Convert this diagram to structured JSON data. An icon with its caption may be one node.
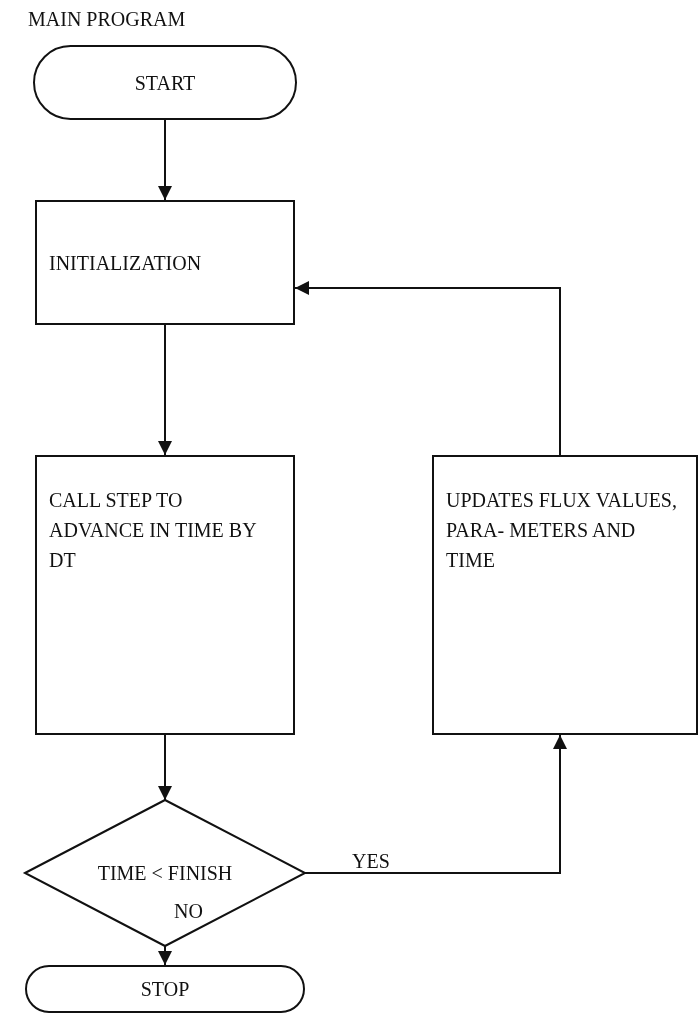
{
  "diagram": {
    "title": "MAIN PROGRAM",
    "nodes": [
      {
        "text": [
          "START"
        ]
      },
      {
        "text": [
          "INITIALIZATION"
        ]
      },
      {
        "text": [
          "CALL STEP TO ADVANCE IN TIME BY DT"
        ]
      },
      {
        "text": [
          "TIME < FINISH"
        ]
      },
      {
        "text": [
          "UPDATES FLUX VALUES, PARA- METERS AND TIME"
        ]
      },
      {
        "text": [
          "STOP"
        ]
      }
    ],
    "edges": [
      {
        "from": 0,
        "to": 1,
        "arrow": "to"
      },
      {
        "from": 1,
        "to": 2,
        "arrow": "to"
      },
      {
        "from": 2,
        "to": 3,
        "arrow": "to"
      },
      {
        "from": 3,
        "to": 4,
        "arrow": "to",
        "label": "YES"
      },
      {
        "from": 4,
        "to": 1,
        "arrow": "to"
      },
      {
        "from": 3,
        "to": 5,
        "arrow": "to",
        "label": "NO"
      }
    ]
  }
}
